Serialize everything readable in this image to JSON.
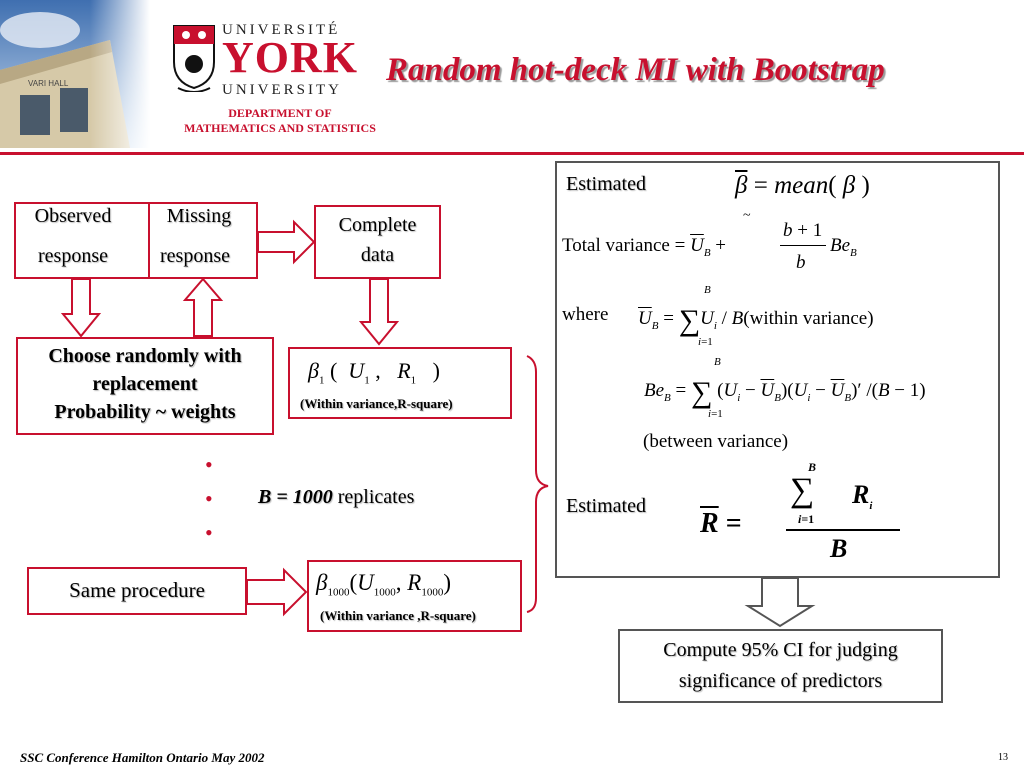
{
  "header": {
    "univ_top": "UNIVERSITÉ",
    "york": "YORK",
    "univ_bot": "UNIVERSITY",
    "dept_line1": "DEPARTMENT OF",
    "dept_line2": "MATHEMATICS AND STATISTICS",
    "title": "Random hot-deck MI with Bootstrap"
  },
  "flow": {
    "observed_line1": "Observed",
    "observed_line2": "response",
    "missing_line1": "Missing",
    "missing_line2": "response",
    "complete_line1": "Complete",
    "complete_line2": "data",
    "choose_line1": "Choose randomly with",
    "choose_line2": "replacement",
    "choose_line3": "Probability ~ weights",
    "beta1_note": "(Within variance,R-square)",
    "replicates_b": "B = 1000",
    "replicates_rest": " replicates",
    "same_procedure": "Same procedure",
    "beta1000_note": "(Within variance ,R-square)"
  },
  "right_panel": {
    "estimated1": "Estimated",
    "total_variance": "Total variance",
    "where": "where",
    "within_variance": "(within variance)",
    "between_variance": "(between variance)",
    "estimated2": "Estimated",
    "mean": "mean"
  },
  "result": {
    "line1": "Compute 95% CI for judging",
    "line2": "significance of predictors"
  },
  "footer": {
    "text": "SSC Conference Hamilton Ontario  May 2002",
    "page": "13"
  },
  "colors": {
    "accent": "#c8102e",
    "box_grey": "#555555"
  }
}
